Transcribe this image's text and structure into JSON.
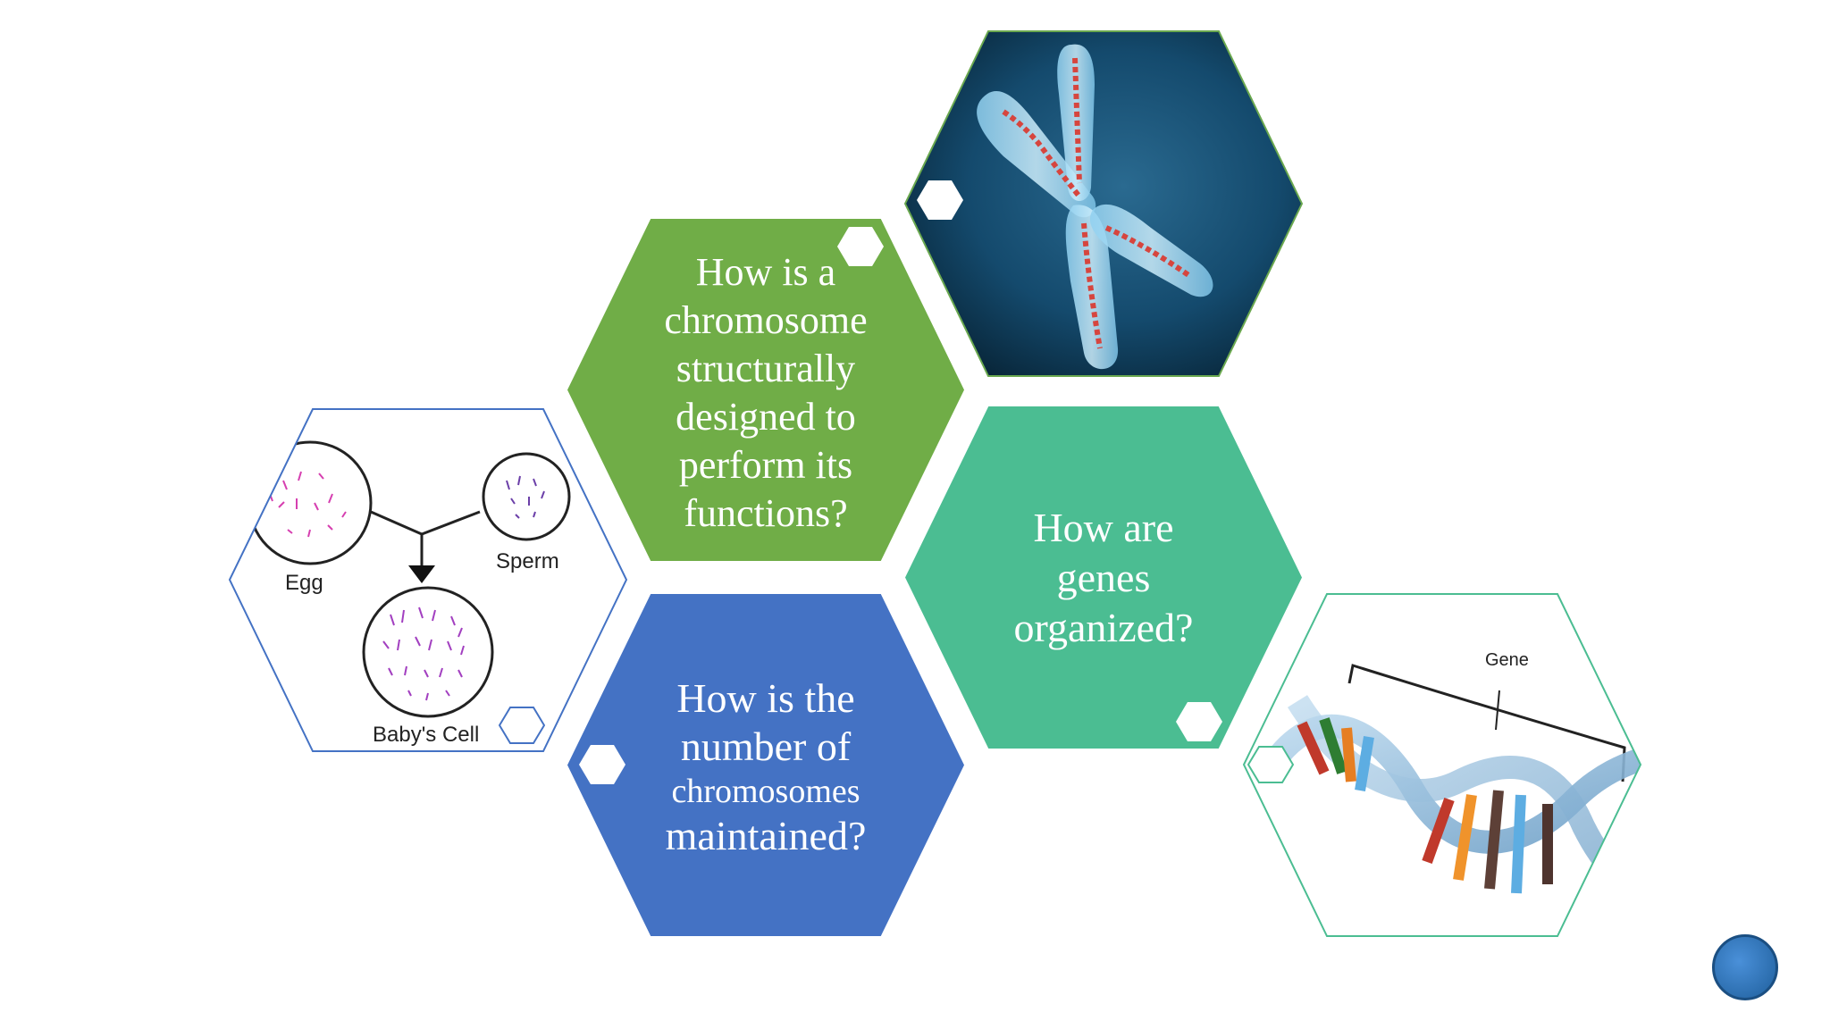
{
  "slide": {
    "colors": {
      "green": "#70ad47",
      "teal": "#4bbd92",
      "blue": "#4472c4",
      "chromosome_bg": "#0f3550",
      "nav_button": "#2e75b6"
    },
    "q_structure": {
      "lines": [
        "How is a",
        "chromosome",
        "structurally",
        "designed to",
        "perform its",
        "functions?"
      ]
    },
    "q_genes": {
      "lines": [
        "How are",
        "genes",
        "organized?"
      ]
    },
    "q_number": {
      "lines": [
        "How is the",
        "number of",
        "chromosomes",
        "maintained?"
      ]
    },
    "fertilization_diagram": {
      "egg_label": "Egg",
      "sperm_label": "Sperm",
      "baby_label": "Baby's Cell"
    },
    "dna_diagram": {
      "gene_label": "Gene"
    },
    "nav_icon": "circle-nav-button"
  }
}
